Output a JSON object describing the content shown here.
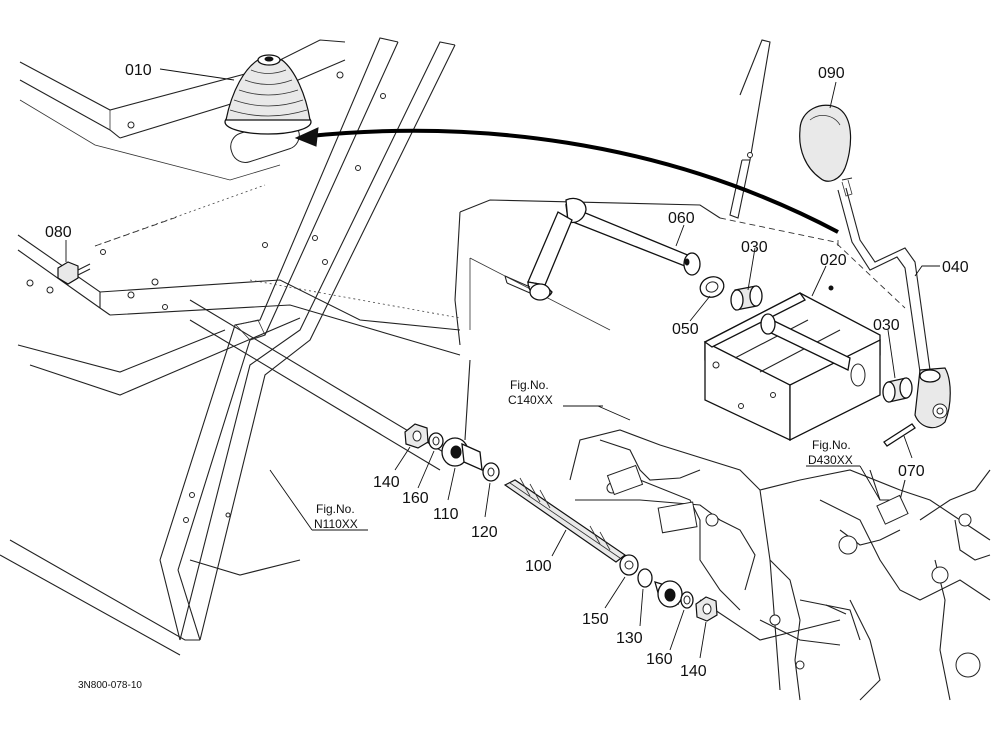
{
  "callouts": {
    "p010": "010",
    "p020": "020",
    "p030a": "030",
    "p030b": "030",
    "p040": "040",
    "p050": "050",
    "p060": "060",
    "p070": "070",
    "p080": "080",
    "p090": "090",
    "p100": "100",
    "p110": "110",
    "p120": "120",
    "p130": "130",
    "p140a": "140",
    "p140b": "140",
    "p150": "150",
    "p160a": "160",
    "p160b": "160"
  },
  "figure_refs": {
    "c140": {
      "line1": "Fig.No.",
      "line2": "C140XX"
    },
    "d430": {
      "line1": "Fig.No.",
      "line2": "D430XX"
    },
    "n110": {
      "line1": "Fig.No.",
      "line2": "N110XX"
    }
  },
  "drawing_code": "3N800-078-10"
}
